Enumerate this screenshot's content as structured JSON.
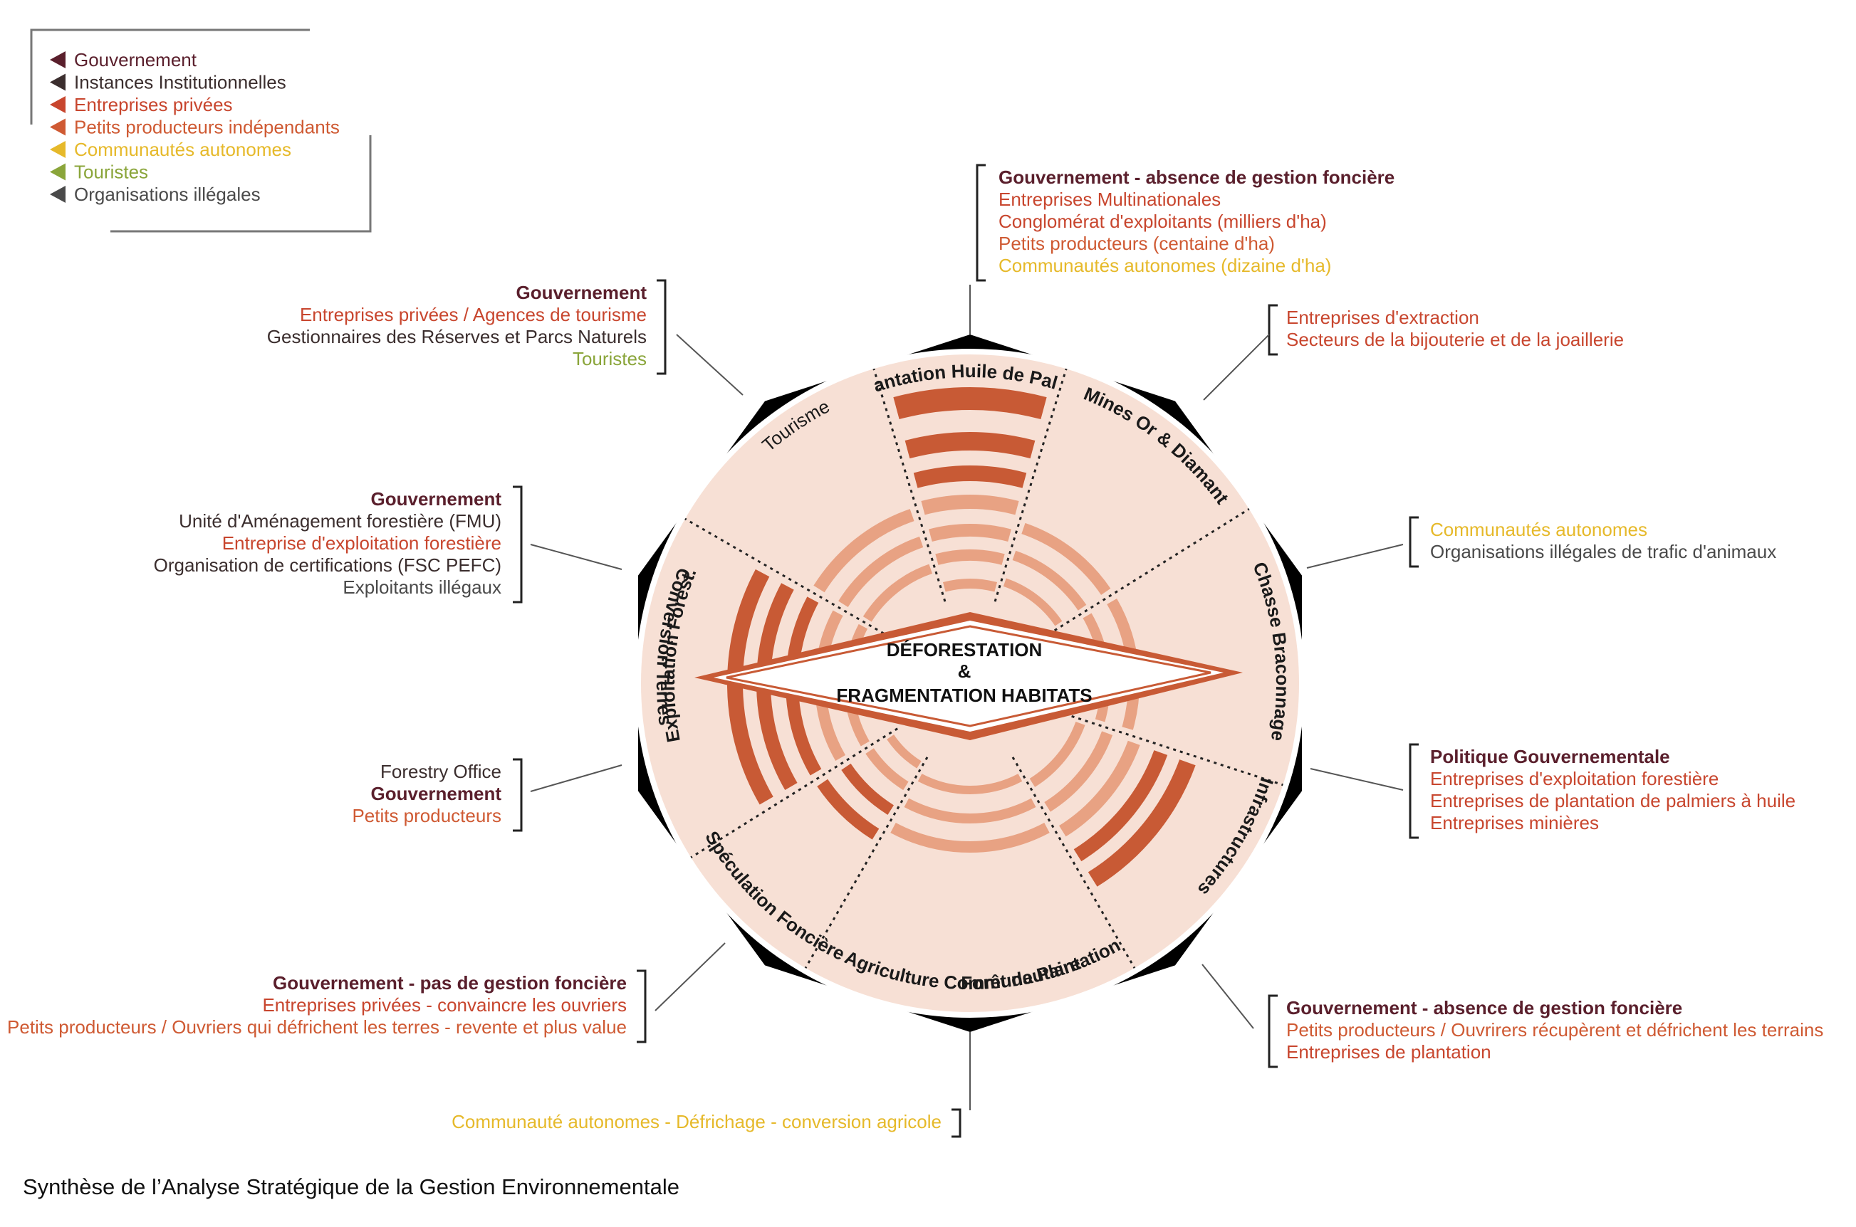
{
  "colors": {
    "gouvernement": "#5a1f2c",
    "institution": "#3b2e2e",
    "prive": "#c8462e",
    "petits": "#cf5a33",
    "communautes": "#e6b92a",
    "touristes": "#8aa53a",
    "illegal": "#4a4a4a",
    "disc": "#f7e0d5",
    "ring_dark": "#c85a35",
    "ring_light": "#e8a283",
    "octagon": "#000000"
  },
  "legend": [
    {
      "label": "Gouvernement",
      "color": "#5a1f2c"
    },
    {
      "label": "Instances Institutionnelles",
      "color": "#3b2e2e"
    },
    {
      "label": "Entreprises privées",
      "color": "#c8462e"
    },
    {
      "label": "Petits producteurs indépendants",
      "color": "#cf5a33"
    },
    {
      "label": "Communautés autonomes",
      "color": "#e6b92a"
    },
    {
      "label": "Touristes",
      "color": "#8aa53a"
    },
    {
      "label": "Organisations illégales",
      "color": "#4a4a4a"
    }
  ],
  "center": {
    "line1": "DÉFORESTATION",
    "line2": "&",
    "line3": "FRAGMENTATION HABITATS"
  },
  "sectors": [
    {
      "label": "Plantation Huile de Palme"
    },
    {
      "label": "Mines Or & Diamant"
    },
    {
      "label": "Chasse Braconnage"
    },
    {
      "label": "Infrastructures"
    },
    {
      "label": "Forêt de Plantation"
    },
    {
      "label": "Agriculture Communautaire"
    },
    {
      "label": "Spéculation Foncière"
    },
    {
      "label": "Conversion Terres"
    },
    {
      "label": "Exploitation Forest."
    },
    {
      "label": "Tourisme"
    }
  ],
  "callouts": [
    {
      "lines": [
        {
          "text": "Gouvernement - absence de gestion foncière",
          "color": "#5a1f2c",
          "bold": true
        },
        {
          "text": "Entreprises Multinationales",
          "color": "#c8462e"
        },
        {
          "text": "Conglomérat d'exploitants (milliers d'ha)",
          "color": "#c8462e"
        },
        {
          "text": "Petits producteurs (centaine d'ha)",
          "color": "#cf5a33"
        },
        {
          "text": "Communautés autonomes (dizaine d'ha)",
          "color": "#e6b92a"
        }
      ]
    },
    {
      "lines": [
        {
          "text": "Entreprises d'extraction",
          "color": "#c8462e"
        },
        {
          "text": "Secteurs de la bijouterie et de la joaillerie",
          "color": "#c8462e"
        }
      ]
    },
    {
      "lines": [
        {
          "text": "Communautés autonomes",
          "color": "#e6b92a"
        },
        {
          "text": "Organisations illégales de trafic d'animaux",
          "color": "#4a4a4a"
        }
      ]
    },
    {
      "lines": [
        {
          "text": "Politique Gouvernementale",
          "color": "#5a1f2c",
          "bold": true
        },
        {
          "text": "Entreprises d'exploitation forestière",
          "color": "#c8462e"
        },
        {
          "text": "Entreprises de plantation de palmiers à huile",
          "color": "#c8462e"
        },
        {
          "text": "Entreprises minières",
          "color": "#c8462e"
        }
      ]
    },
    {
      "lines": [
        {
          "text": "Gouvernement - absence de gestion foncière",
          "color": "#5a1f2c",
          "bold": true
        },
        {
          "text": "Petits producteurs / Ouvrirers récupèrent et défrichent les terrains",
          "color": "#cf5a33"
        },
        {
          "text": "Entreprises de plantation",
          "color": "#c8462e"
        }
      ]
    },
    {
      "lines": [
        {
          "text": "Communauté autonomes - Défrichage - conversion agricole",
          "color": "#e6b92a"
        }
      ]
    },
    {
      "lines": [
        {
          "text": "Gouvernement - pas de gestion foncière",
          "color": "#5a1f2c",
          "bold": true
        },
        {
          "text": "Entreprises privées - convaincre les ouvriers",
          "color": "#c8462e"
        },
        {
          "text": "Petits producteurs / Ouvriers qui défrichent les terres - revente et plus value",
          "color": "#cf5a33"
        }
      ]
    },
    {
      "lines": [
        {
          "text": "Forestry Office",
          "color": "#3b2e2e"
        },
        {
          "text": "Gouvernement",
          "color": "#5a1f2c",
          "bold": true
        },
        {
          "text": "Petits producteurs",
          "color": "#cf5a33"
        }
      ]
    },
    {
      "lines": [
        {
          "text": "Gouvernement",
          "color": "#5a1f2c",
          "bold": true
        },
        {
          "text": "Unité d'Aménagement forestière (FMU)",
          "color": "#3b2e2e"
        },
        {
          "text": "Entreprise d'exploitation forestière",
          "color": "#c8462e"
        },
        {
          "text": "Organisation de certifications (FSC PEFC)",
          "color": "#3b2e2e"
        },
        {
          "text": "Exploitants illégaux",
          "color": "#4a4a4a"
        }
      ]
    },
    {
      "lines": [
        {
          "text": "Gouvernement",
          "color": "#5a1f2c",
          "bold": true
        },
        {
          "text": "Entreprises privées / Agences de tourisme",
          "color": "#c8462e"
        },
        {
          "text": "Gestionnaires des Réserves et Parcs Naturels",
          "color": "#3b2e2e"
        },
        {
          "text": "Touristes",
          "color": "#8aa53a"
        }
      ]
    }
  ],
  "caption": "Synthèse de l’Analyse Stratégique de la Gestion Environnementale"
}
